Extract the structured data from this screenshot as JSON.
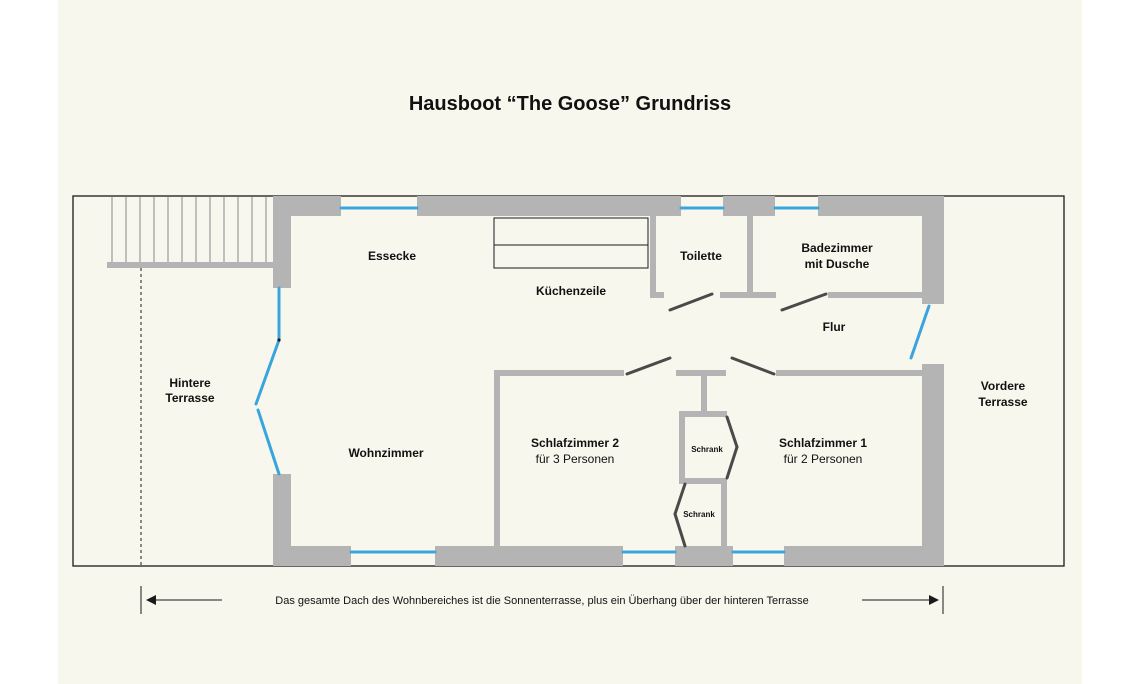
{
  "title": "Hausboot “The Goose” Grundriss",
  "rooms": {
    "essecke": "Essecke",
    "kuechenzeile": "Küchenzeile",
    "toilette": "Toilette",
    "badezimmer_line1": "Badezimmer",
    "badezimmer_line2": "mit Dusche",
    "flur": "Flur",
    "hintere_terrasse_line1": "Hintere",
    "hintere_terrasse_line2": "Terrasse",
    "wohnzimmer": "Wohnzimmer",
    "schlafzimmer2_name": "Schlafzimmer 2",
    "schlafzimmer2_capacity": "für 3 Personen",
    "schrank_upper": "Schrank",
    "schrank_lower": "Schrank",
    "schlafzimmer1_name": "Schlafzimmer 1",
    "schlafzimmer1_capacity": "für 2 Personen",
    "vordere_terrasse_line1": "Vordere",
    "vordere_terrasse_line2": "Terrasse"
  },
  "dimension_note": "Das gesamte Dach des Wohnbereiches ist die Sonnenterrasse, plus ein Überhang über der hinteren Terrasse",
  "colors": {
    "background": "#f8f7ee",
    "wall": "#b4b4b4",
    "window": "#3aa5dd",
    "door": "#4a4a4a",
    "outline": "#1a1a1a",
    "text": "#111111"
  }
}
